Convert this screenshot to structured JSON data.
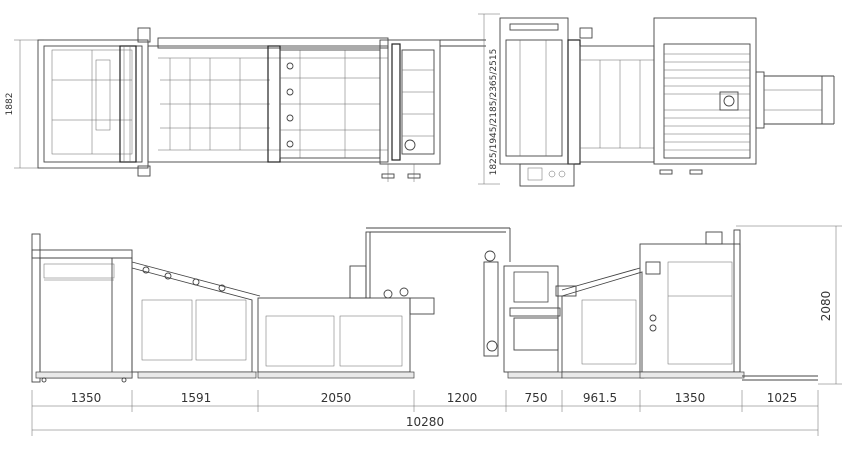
{
  "top_view": {
    "width_label": "1882",
    "width_options_label": "1825/1945/2185/2365/2515"
  },
  "side_view": {
    "height_label": "2080",
    "segments": [
      "1350",
      "1591",
      "2050",
      "1200",
      "750",
      "961.5",
      "1350",
      "1025"
    ],
    "total_length": "10280"
  }
}
